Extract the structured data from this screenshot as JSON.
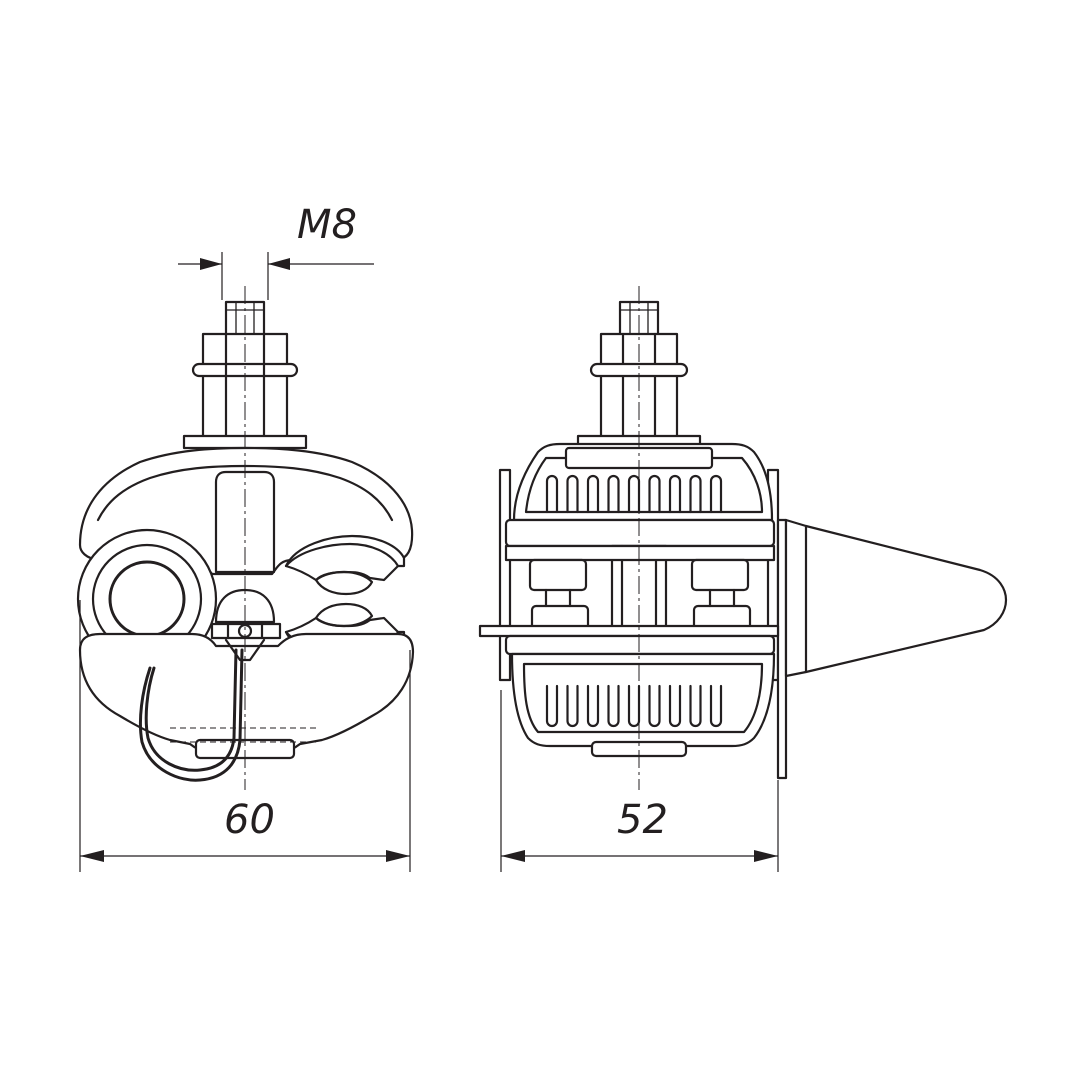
{
  "dimensions": {
    "thread": "M8",
    "width_front": "60",
    "width_side": "52"
  }
}
